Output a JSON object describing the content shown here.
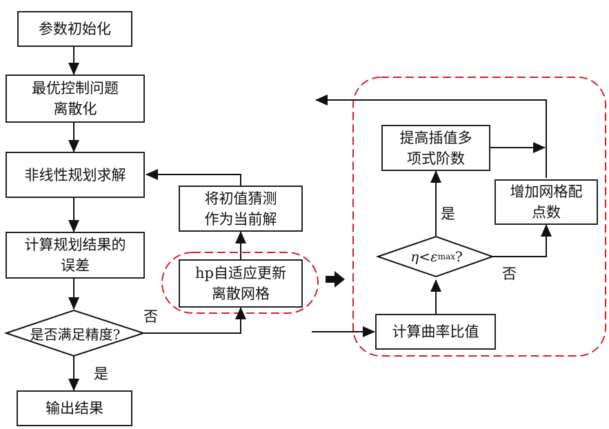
{
  "left_flow": {
    "init": "参数初始化",
    "discretize": "最优控制问题\n离散化",
    "nlp_solve": "非线性规划求解",
    "compute_error": "计算规划结果的\n误差",
    "decision": "是否满足精度?",
    "output": "输出结果",
    "yes_label": "是",
    "no_label": "否"
  },
  "middle_flow": {
    "guess": "将初值猜测\n作为当前解",
    "hp_update": "hp自适应更新\n离散网格"
  },
  "right_flow": {
    "raise_order": "提高插值多\n项式阶数",
    "add_points": "增加网格配\n点数",
    "decision_eta": "η",
    "decision_lt": "<",
    "decision_eps": "ε",
    "decision_sub": "max",
    "decision_q": "?",
    "compute_ratio": "计算曲率比值",
    "yes_label": "是",
    "no_label": "否"
  },
  "colors": {
    "line": "#111111",
    "dashed": "#d42020"
  }
}
